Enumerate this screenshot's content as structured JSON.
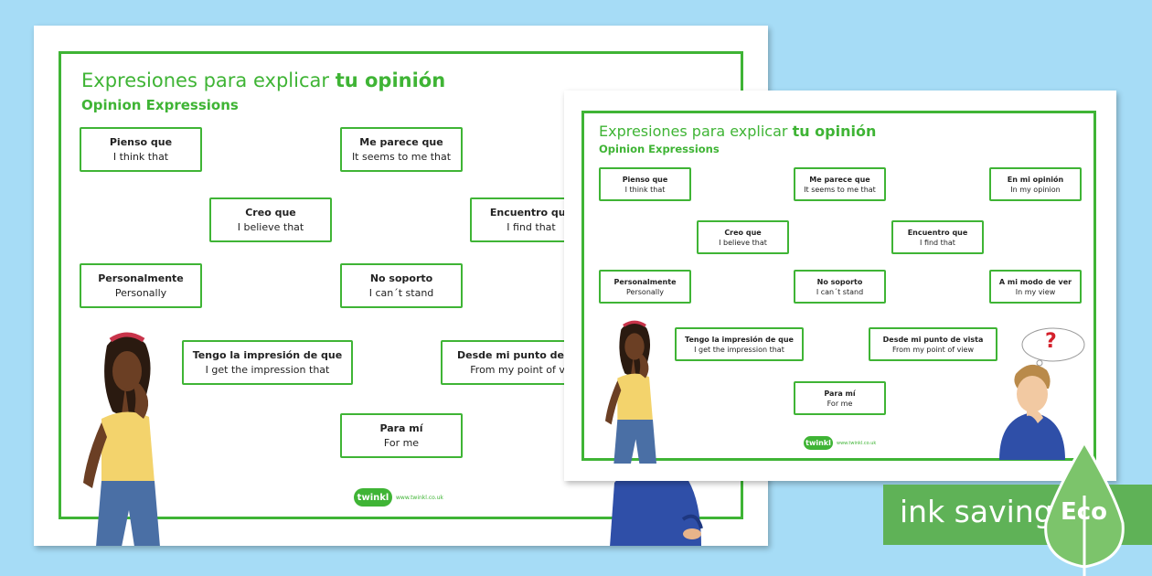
{
  "worksheet": {
    "title_regular": "Expresiones para explicar",
    "title_bold": "tu opinión",
    "subtitle": "Opinion Expressions",
    "logo_text": "twinkl",
    "logo_url": "www.twinkl.co.uk"
  },
  "back_cards": [
    {
      "es": "Pienso que",
      "en": "I think that"
    },
    {
      "es": "Me parece que",
      "en": "It seems to me that"
    },
    {
      "es": "Creo que",
      "en": "I believe that"
    },
    {
      "es": "Encuentro que",
      "en": "I find that"
    },
    {
      "es": "Personalmente",
      "en": "Personally"
    },
    {
      "es": "No soporto",
      "en": "I can´t stand"
    },
    {
      "es": "Tengo la impresión de que",
      "en": "I get the impression that"
    },
    {
      "es": "Desde mi punto de vista",
      "en": "From my point of view"
    },
    {
      "es": "Para mí",
      "en": "For me"
    }
  ],
  "front_cards": [
    {
      "es": "Pienso que",
      "en": "I think that"
    },
    {
      "es": "Me parece que",
      "en": "It seems to me that"
    },
    {
      "es": "En mi opinión",
      "en": "In my opinion"
    },
    {
      "es": "Creo que",
      "en": "I believe that"
    },
    {
      "es": "Encuentro que",
      "en": "I find that"
    },
    {
      "es": "Personalmente",
      "en": "Personally"
    },
    {
      "es": "No soporto",
      "en": "I can´t stand"
    },
    {
      "es": "A mi modo de ver",
      "en": "In my view"
    },
    {
      "es": "Tengo la impresión de que",
      "en": "I get the impression that"
    },
    {
      "es": "Desde mi punto de vista",
      "en": "From my point of view"
    },
    {
      "es": "Para mí",
      "en": "For me"
    }
  ],
  "thought_bubble_symbol": "?",
  "badge": {
    "text": "ink saving",
    "label": "Eco"
  },
  "colors": {
    "accent_green": "#3fb435",
    "background": "#a6dcf6",
    "eco_green": "#5fb257"
  }
}
